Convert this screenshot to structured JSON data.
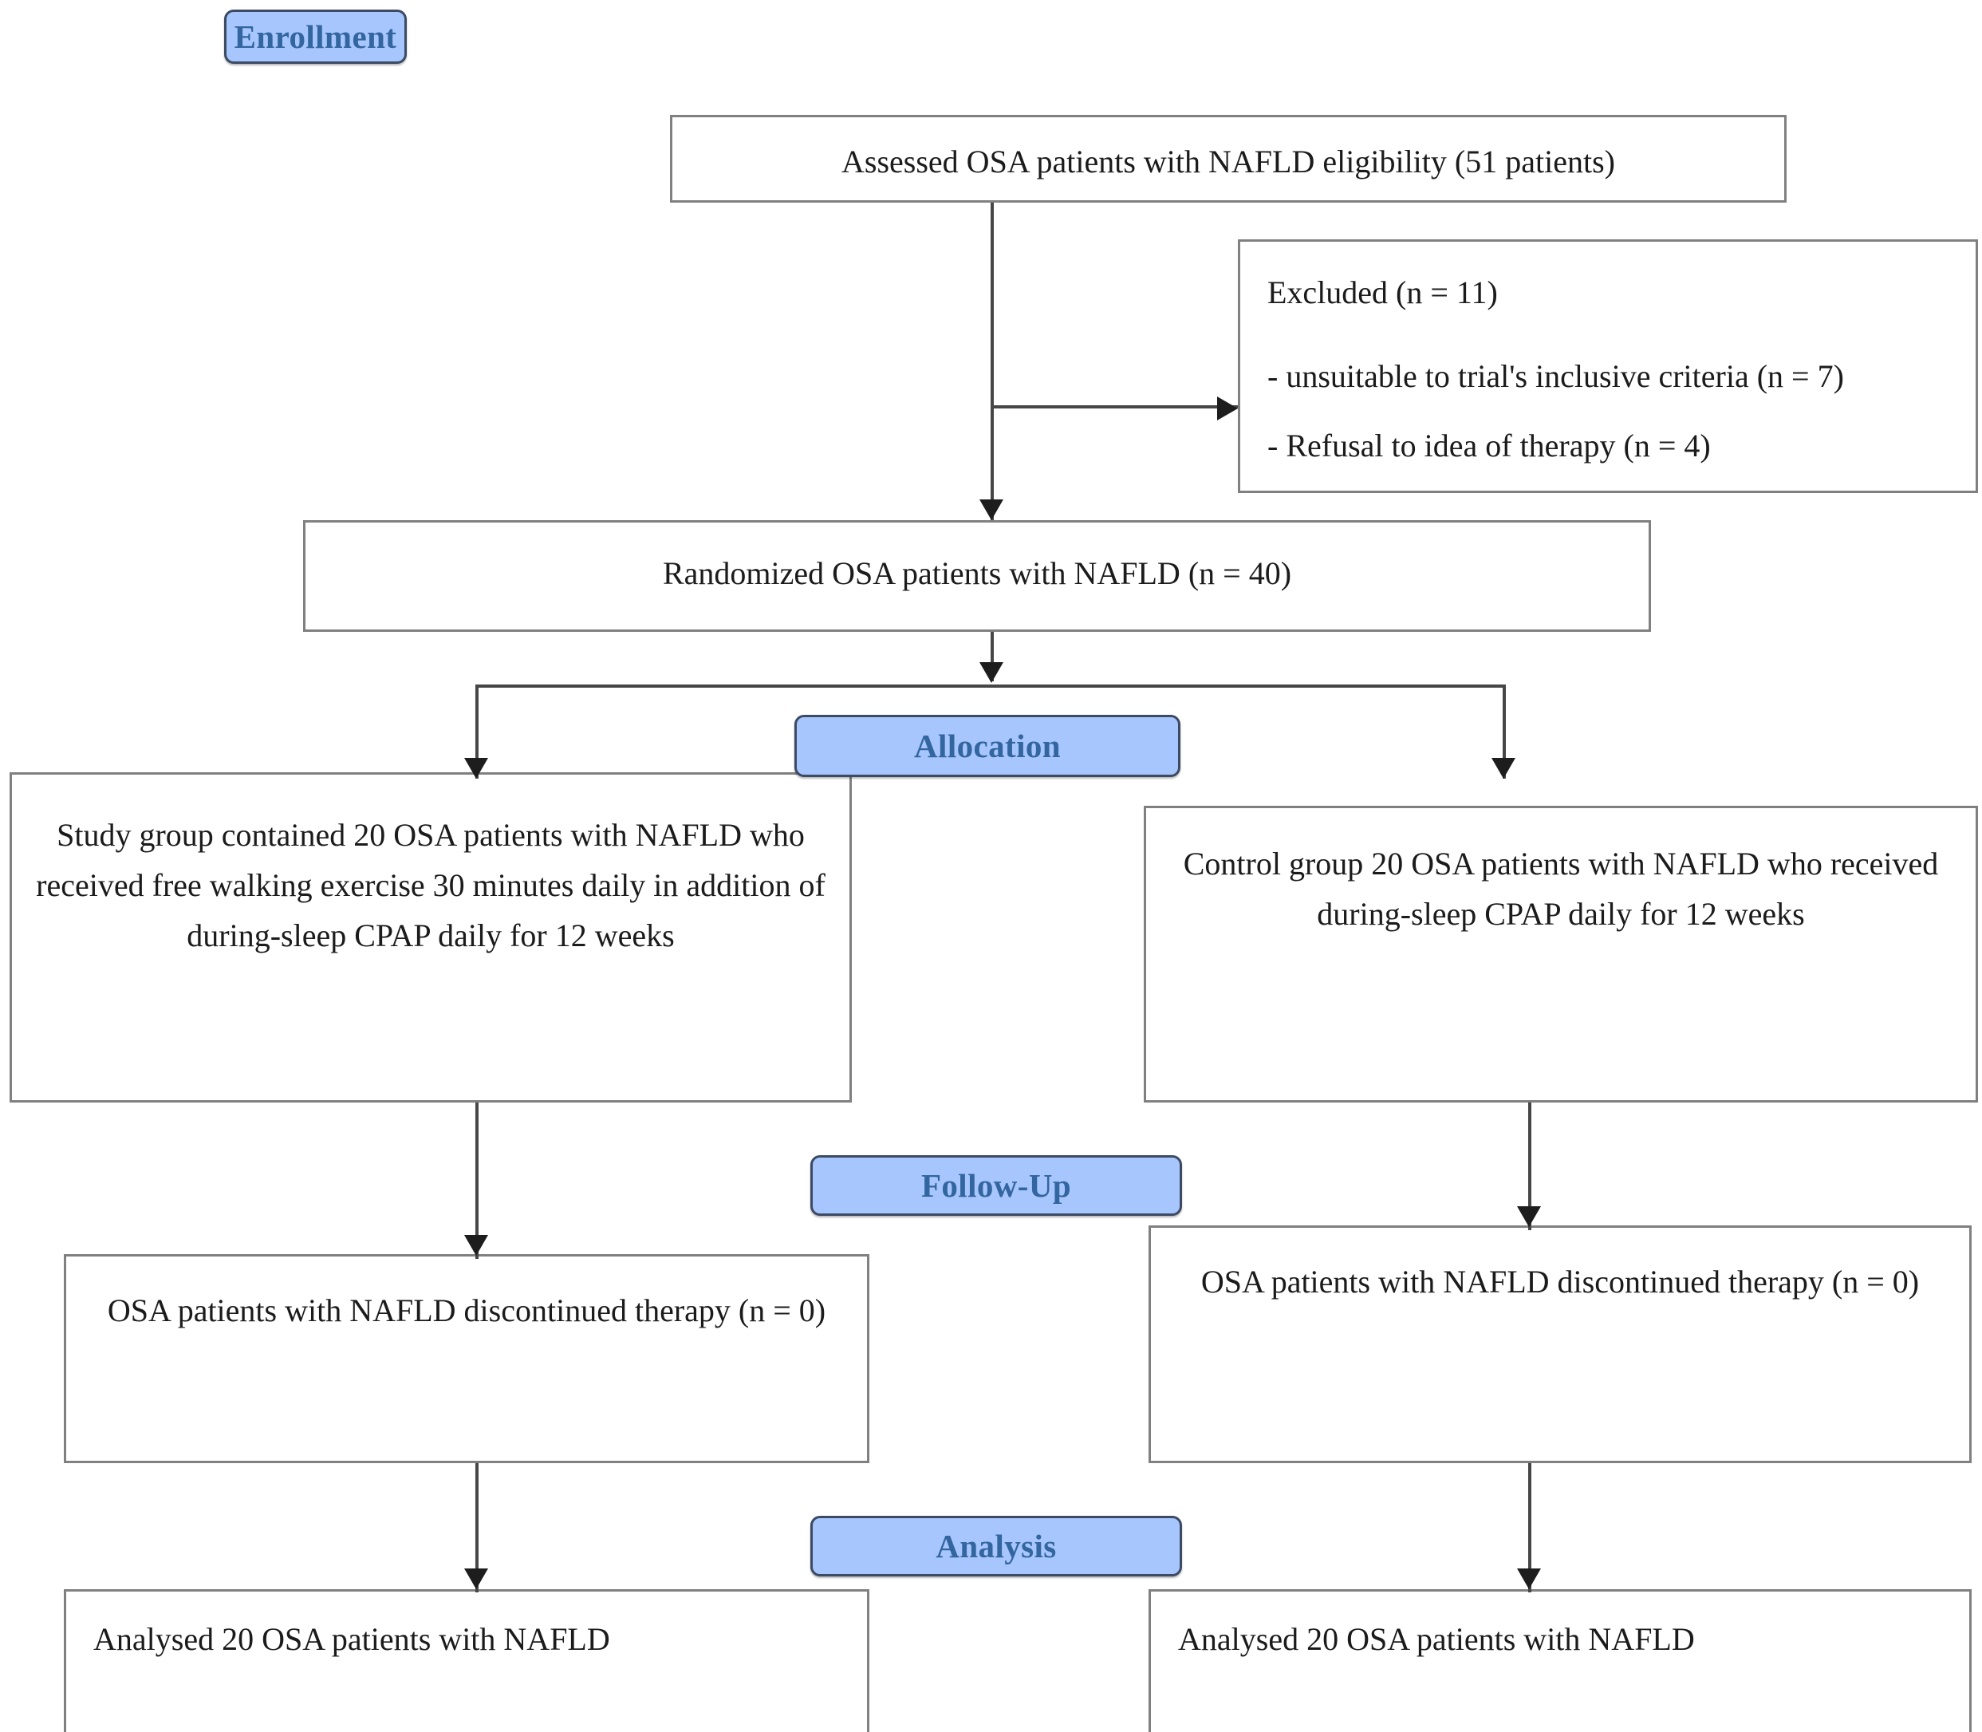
{
  "diagram": {
    "title": "CONSORT flow diagram",
    "colors": {
      "stage_fill": "#a7c6fd",
      "stage_border": "#3c4a63",
      "stage_text": "#33659f",
      "box_border": "#808080",
      "box_text": "#1b1b1b",
      "connector": "#464646",
      "background": "#ffffff"
    },
    "stages": [
      {
        "key": "enrollment",
        "label": "Enrollment"
      },
      {
        "key": "allocation",
        "label": "Allocation"
      },
      {
        "key": "followup",
        "label": "Follow-Up"
      },
      {
        "key": "analysis",
        "label": "Analysis"
      }
    ],
    "boxes": {
      "assessed": {
        "text": "Assessed OSA patients with NAFLD eligibility (51 patients)"
      },
      "excluded": {
        "heading": "Excluded  (n = 11)",
        "reasons": [
          "- unsuitable to trial's inclusive criteria (n = 7)",
          "- Refusal to idea of therapy (n = 4)"
        ]
      },
      "randomized": {
        "text": "Randomized OSA patients with NAFLD (n = 40)"
      },
      "study_group": {
        "text": "Study group contained 20 OSA patients with NAFLD who received free walking exercise 30 minutes daily in addition of during-sleep CPAP daily for 12 weeks"
      },
      "control_group": {
        "text": "Control group 20 OSA patients with NAFLD who received during-sleep CPAP daily for 12 weeks"
      },
      "followup_left": {
        "text": "OSA patients with NAFLD discontinued therapy (n = 0)"
      },
      "followup_right": {
        "text": "OSA patients with NAFLD discontinued therapy (n = 0)"
      },
      "analysis_left": {
        "text": "Analysed  20 OSA patients with NAFLD"
      },
      "analysis_right": {
        "text": "Analysed  20 OSA patients with NAFLD"
      }
    }
  }
}
